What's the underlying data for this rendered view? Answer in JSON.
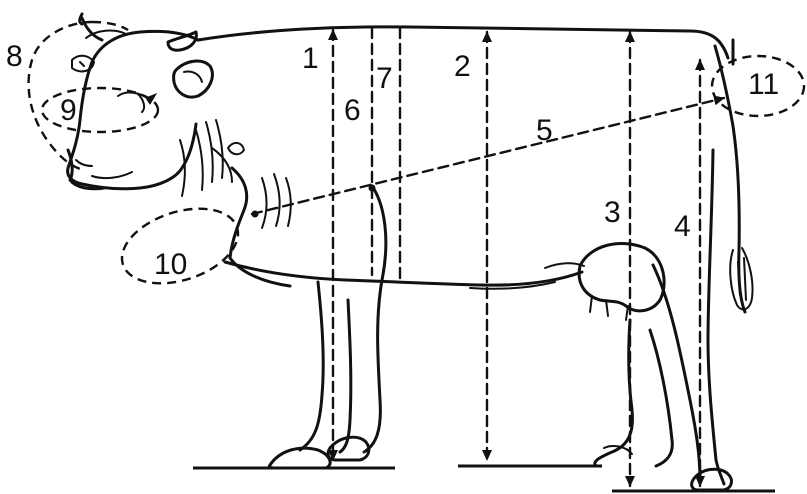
{
  "labels": {
    "m1": "1",
    "m2": "2",
    "m3": "3",
    "m4": "4",
    "m5": "5",
    "m6": "6",
    "m7": "7",
    "m8": "8",
    "m9": "9",
    "m10": "10",
    "m11": "11"
  },
  "colors": {
    "ink": "#111111",
    "background": "#ffffff"
  }
}
